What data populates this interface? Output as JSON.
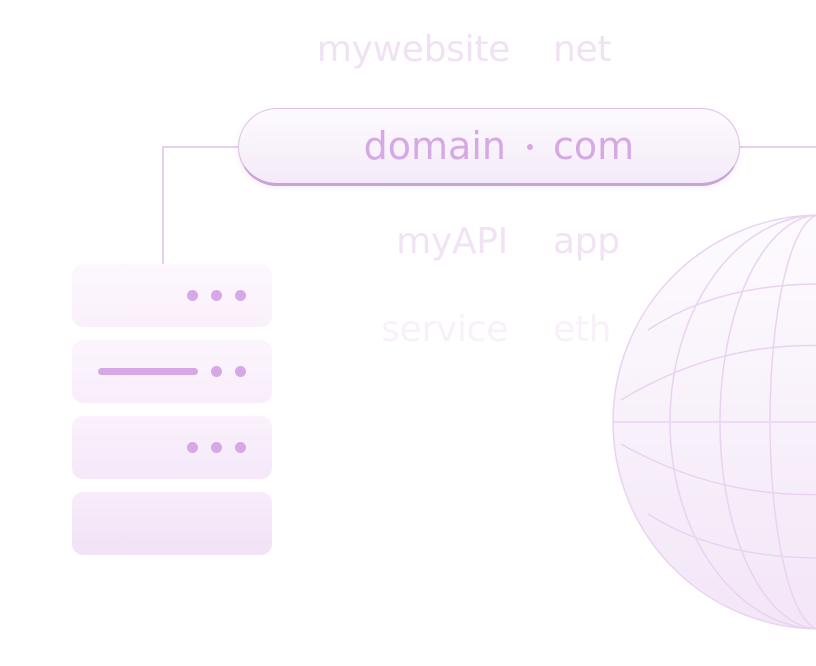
{
  "domain_rows": [
    {
      "name": "mywebsite",
      "tld": "net"
    },
    {
      "name": "domain",
      "separator": "·",
      "tld": "com"
    },
    {
      "name": "myAPI",
      "tld": "app"
    },
    {
      "name": "service",
      "tld": "eth"
    }
  ],
  "server_rack": {
    "units": [
      {
        "indicator": "three-dots"
      },
      {
        "indicator": "bar-and-two-dots"
      },
      {
        "indicator": "three-dots"
      },
      {
        "indicator": "none"
      }
    ]
  },
  "globe": {
    "icon": "globe-icon"
  },
  "colors": {
    "accent": "#d6a8e4",
    "pill_border": "#c9a3d6",
    "connector": "#e6cff0",
    "globe_lines": "#ead3f1"
  }
}
